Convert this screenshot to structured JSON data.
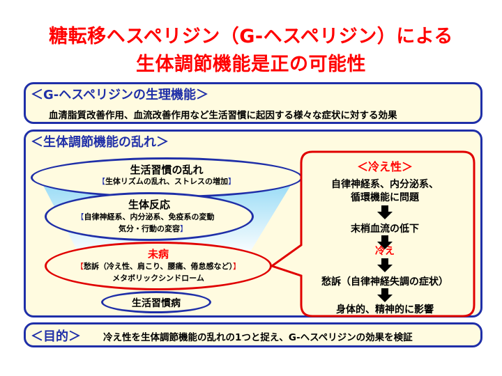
{
  "title": {
    "line1": "糖転移ヘスペリジン（G-ヘスペリジン）による",
    "line2": "生体調節機能是正の可能性"
  },
  "physiology": {
    "heading": "＜G-ヘスペリジンの生理機能＞",
    "text": "血清脂質改善作用、血流改善作用など生活習慣に起因する様々な症状に対する効果"
  },
  "disorder": {
    "heading": "＜生体調節機能の乱れ＞",
    "stage1": {
      "title": "生活習慣の乱れ",
      "detail": "生体リズムの乱れ、ストレスの増加"
    },
    "stage2": {
      "title": "生体反応",
      "detail1": "自律神経系、内分泌系、免疫系の変動",
      "detail2": "気分・行動の変容"
    },
    "stage3": {
      "title": "未病",
      "detail1": "愁訴（冷え性、肩こり、腰痛、倦怠感など）",
      "detail2": "メタボリックシンドローム"
    },
    "stage4": {
      "title": "生活習慣病"
    }
  },
  "cold": {
    "heading": "＜冷え性＞",
    "step1_line1": "自律神経系、内分泌系、",
    "step1_line2": "循環機能に問題",
    "step2": "末梢血流の低下",
    "step3": "冷え",
    "step4": "愁訴（自律神経失調の症状）",
    "step5": "身体的、精神的に影響"
  },
  "purpose": {
    "heading": "＜目的＞",
    "text": "冷え性を生体調節機能の乱れの1つと捉え、G-ヘスペリジンの効果を検証"
  },
  "colors": {
    "accent_red": "#ff0000",
    "frame_blue": "#1f2fa8",
    "panel_cream": "#fffbe0"
  }
}
